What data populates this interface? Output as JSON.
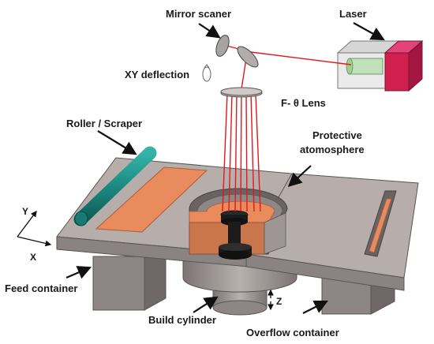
{
  "labels": {
    "mirror_scanner": "Mirror scaner",
    "laser": "Laser",
    "xy_deflection": "XY deflection",
    "f_theta_lens": "F- θ Lens",
    "roller_scraper": "Roller / Scraper",
    "protective_line1": "Protective",
    "protective_line2": "atomosphere",
    "feed_container": "Feed container",
    "build_cylinder": "Build cylinder",
    "overflow_container": "Overflow container"
  },
  "axes": {
    "y": "Y",
    "x": "X",
    "z": "Z"
  },
  "colors": {
    "platform_top": "#b7aeab",
    "platform_side": "#8b8381",
    "platform_dark": "#6e6867",
    "powder": "#e98b5c",
    "powder_side": "#c9764c",
    "roller": "#1c8a82",
    "laser_beam": "#e0191f",
    "laser_box": "#d1204d",
    "build_part": "#1b1b1b"
  }
}
